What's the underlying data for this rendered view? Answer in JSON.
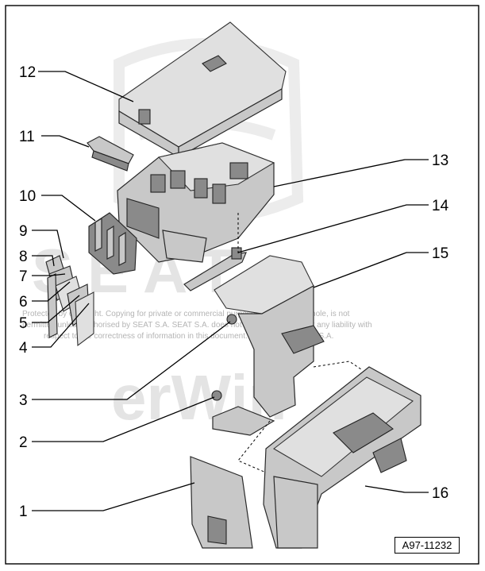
{
  "figure": {
    "reference_code": "A97-11232",
    "watermark_logo": "SEAT",
    "watermark_site": "erWin",
    "copyright_lines": [
      "Protected by copyright. Copying for private or commercial purposes, in part or in whole, is not",
      "permitted unless authorised by SEAT S.A. SEAT S.A. does not guarantee or accept any liability with",
      "respect to the correctness of information in this document. Copyright by SEAT S.A."
    ]
  },
  "callouts": [
    {
      "id": "c1",
      "label": "1"
    },
    {
      "id": "c2",
      "label": "2"
    },
    {
      "id": "c3",
      "label": "3"
    },
    {
      "id": "c4",
      "label": "4"
    },
    {
      "id": "c5",
      "label": "5"
    },
    {
      "id": "c6",
      "label": "6"
    },
    {
      "id": "c7",
      "label": "7"
    },
    {
      "id": "c8",
      "label": "8"
    },
    {
      "id": "c9",
      "label": "9"
    },
    {
      "id": "c10",
      "label": "10"
    },
    {
      "id": "c11",
      "label": "11"
    },
    {
      "id": "c12",
      "label": "12"
    },
    {
      "id": "c13",
      "label": "13"
    },
    {
      "id": "c14",
      "label": "14"
    },
    {
      "id": "c15",
      "label": "15"
    },
    {
      "id": "c16",
      "label": "16"
    }
  ]
}
